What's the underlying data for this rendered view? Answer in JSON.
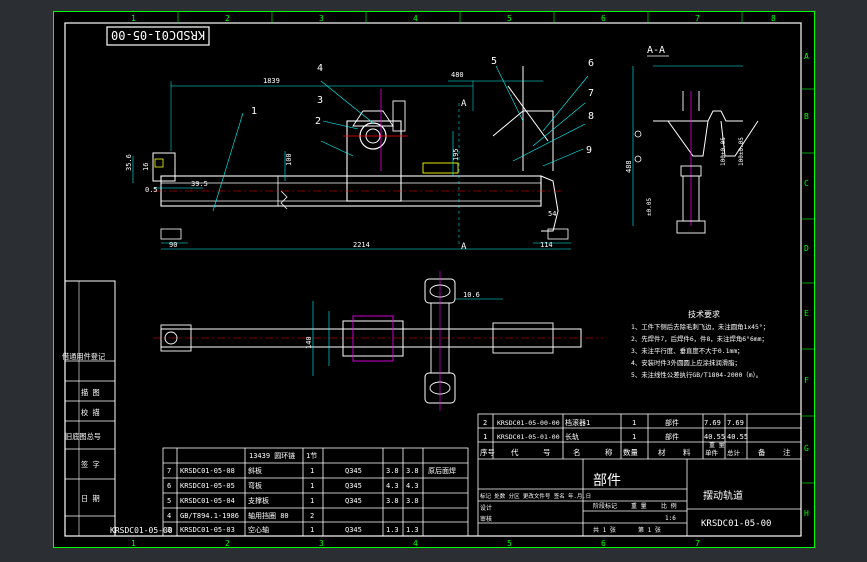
{
  "drawing": {
    "number_box": "KRSDC01-05-00",
    "number_corner": "KRSDC01-05-00",
    "section_title": "A-A",
    "section_mark": "A",
    "border_numbers": [
      "1",
      "2",
      "3",
      "4",
      "5",
      "6",
      "7",
      "8"
    ],
    "border_letters": [
      "A",
      "B",
      "C",
      "D",
      "E",
      "F",
      "G",
      "H"
    ],
    "callouts": [
      "1",
      "2",
      "3",
      "4",
      "5",
      "6",
      "7",
      "8",
      "9"
    ]
  },
  "dimensions": {
    "d1839": "1839",
    "d480": "480",
    "d100": "100",
    "d90": "90",
    "d2214": "2214",
    "d114": "114",
    "d54": "54",
    "d395": "39.5",
    "d05": "0.5",
    "d356": "35.6",
    "d16": "16",
    "d195": "195",
    "d488": "488",
    "d106": "10.6",
    "d140": "140",
    "sec_a": "100±0.05",
    "sec_b": "±0.05",
    "sec_c": "100±0.05"
  },
  "tech": {
    "title": "技术要求",
    "lines": [
      "1、工件下侧后去除毛刺飞边，未注圆角1x45°；",
      "2、先焊件7，后焊件6，件8，未注焊角6°6mm；",
      "3、未注平行度、垂直度不大于0.1mm；",
      "4、安装时件3外圆圆上应涂抹润滑脂；",
      "5、未注线性公差执行GB/T1804-2000（m）。"
    ]
  },
  "side_labels": [
    "借通用件登记",
    "描 图",
    "校 描",
    "旧底图总号",
    "签 字",
    "日 期"
  ],
  "bom_left": {
    "header": [
      "",
      "",
      "13439 圆环链",
      "1节",
      "",
      "",
      ""
    ],
    "rows": [
      {
        "no": "7",
        "code": "KRSDC01-05-08",
        "name": "斜板",
        "qty": "1",
        "mat": "Q345",
        "w1": "3.8",
        "w2": "3.8",
        "note": "原后面焊"
      },
      {
        "no": "6",
        "code": "KRSDC01-05-05",
        "name": "弯板",
        "qty": "1",
        "mat": "Q345",
        "w1": "4.3",
        "w2": "4.3",
        "note": ""
      },
      {
        "no": "5",
        "code": "KRSDC01-05-04",
        "name": "支撑板",
        "qty": "1",
        "mat": "Q345",
        "w1": "3.8",
        "w2": "3.8",
        "note": ""
      },
      {
        "no": "4",
        "code": "GB/T894.1-1986",
        "name": "轴用挡圈 80",
        "qty": "2",
        "mat": "",
        "w1": "",
        "w2": "",
        "note": ""
      },
      {
        "no": "3",
        "code": "KRSDC01-05-03",
        "name": "空心轴",
        "qty": "1",
        "mat": "Q345",
        "w1": "1.3",
        "w2": "1.3",
        "note": ""
      }
    ]
  },
  "bom_right": {
    "rows": [
      {
        "no": "2",
        "code": "KRSDC01-05-00-00",
        "name": "档滚器1",
        "qty": "1",
        "type": "部件",
        "w1": "7.69",
        "w2": "7.69"
      },
      {
        "no": "1",
        "code": "KRSDC01-05-01-00",
        "name": "长轨",
        "qty": "1",
        "type": "部件",
        "w1": "40.55",
        "w2": "40.55"
      }
    ],
    "header": [
      "序号",
      "代",
      "号",
      "名",
      "称",
      "数量",
      "材",
      "料",
      "单件",
      "总计",
      "备",
      "注"
    ],
    "weight_caption": "重 量"
  },
  "title_block": {
    "category": "部件",
    "name": "摆动轨道",
    "number": "KRSDC01-05-00",
    "scale": "1:6",
    "sheet": "第 1 张",
    "sheets_total": "共 1 张",
    "stage_label": "阶段标记",
    "weight_label": "重 量",
    "scale_label": "比 例",
    "sign_rows": [
      "标记 处数 分区 更改文件号 签名 年.月.日",
      "设计",
      "审核"
    ]
  }
}
